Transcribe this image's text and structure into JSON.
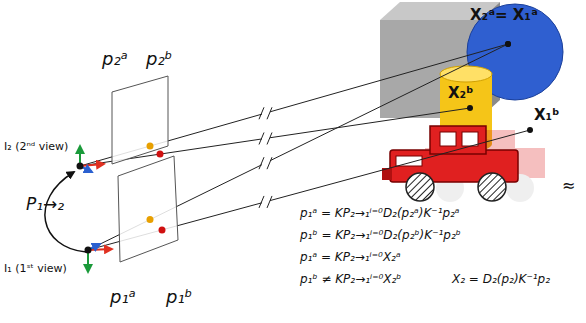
{
  "diagram": {
    "labels": [
      "p₂ᵃ",
      "p₂ᵇ",
      "X₂ᵃ= X₁ᵃ",
      "X₂ᵇ",
      "X₁ᵇ",
      "I₂ (2ⁿᵈ view)",
      "P₁→₂",
      "I₁ (1ˢᵗ view)",
      "p₁ᵃ",
      "p₁ᵇ",
      "≈",
      "p₁ᵃ = KP₂→₁ⁱ⁼⁰D₂(p₂ᵃ)K⁻¹p₂ᵃ",
      "p₁ᵇ = KP₂→₁ⁱ⁼⁰D₂(p₂ᵇ)K⁻¹p₂ᵇ",
      "p₁ᵃ = KP₂→₁ⁱ⁼⁰X₂ᵃ",
      "p₁ᵇ ≠ KP₂→₁ⁱ⁼⁰X₂ᵇ",
      "X₂ = D₂(p₂)K⁻¹p₂"
    ]
  }
}
